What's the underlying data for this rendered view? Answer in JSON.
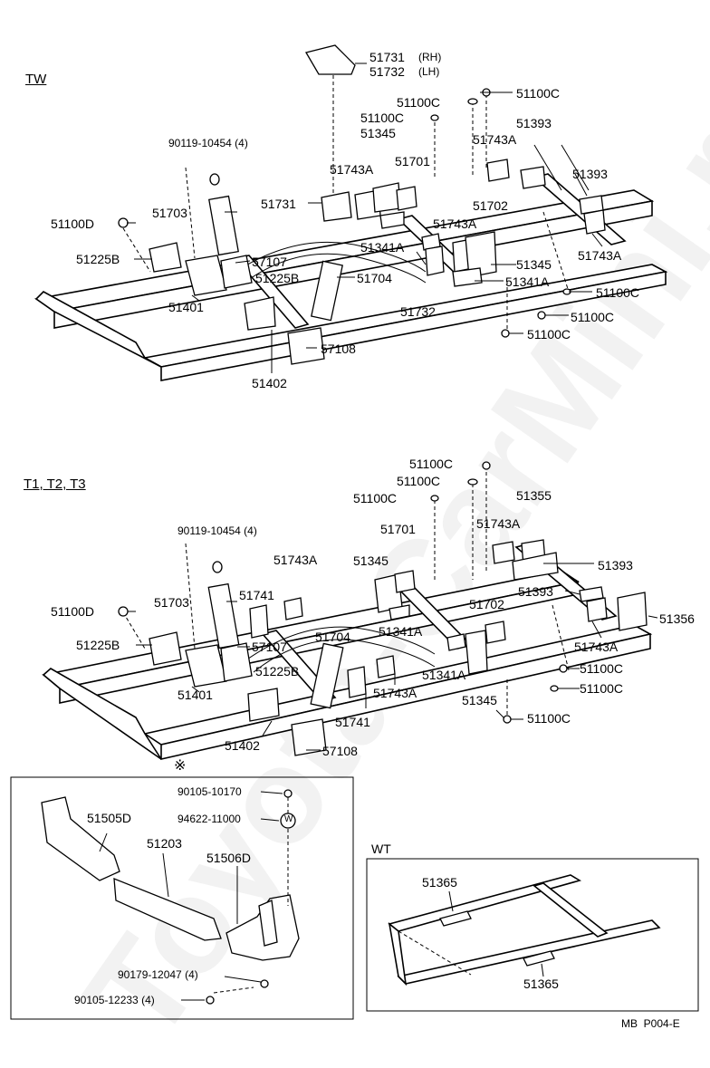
{
  "watermark": "Toyota-CarMini.ru",
  "sections": {
    "tw": "TW",
    "t1": "T1, T2, T3",
    "wt": "WT",
    "note_mark": "※"
  },
  "tw_labels": {
    "p51731_rh": "51731",
    "rh": "(RH)",
    "p51732_lh": "51732",
    "lh": "(LH)",
    "p51100c_a": "51100C",
    "p51100c_b": "51100C",
    "p51100c_c": "51100C",
    "p51100c_d": "51100C",
    "p51100c_e": "51100C",
    "p51345_a": "51345",
    "p51393_a": "51393",
    "p51393_b": "51393",
    "p51743a_a": "51743A",
    "p51743a_b": "51743A",
    "p51743a_c": "51743A",
    "p51743a_d": "51743A",
    "p51701": "51701",
    "bolt": "90119-10454 (4)",
    "p51731": "51731",
    "p51702": "51702",
    "p51703": "51703",
    "p51100d": "51100D",
    "p51225b_a": "51225B",
    "p51225b_b": "51225B",
    "p57107": "57107",
    "p51341a_a": "51341A",
    "p51341a_b": "51341A",
    "p51345_b": "51345",
    "p51704": "51704",
    "p51401": "51401",
    "p51732": "51732",
    "p57108": "57108",
    "p51402": "51402"
  },
  "t1_labels": {
    "p51100c_a": "51100C",
    "p51100c_b": "51100C",
    "p51100c_c": "51100C",
    "p51100c_d": "51100C",
    "p51100c_e": "51100C",
    "p51100c_f": "51100C",
    "p51355": "51355",
    "p51701": "51701",
    "p51743a_a": "51743A",
    "p51743a_b": "51743A",
    "p51743a_c": "51743A",
    "p51743a_d": "51743A",
    "bolt": "90119-10454 (4)",
    "p51345_a": "51345",
    "p51345_b": "51345",
    "p51393_a": "51393",
    "p51393_b": "51393",
    "p51741_a": "51741",
    "p51741_b": "51741",
    "p51703": "51703",
    "p51100d": "51100D",
    "p57107": "57107",
    "p51341a_a": "51341A",
    "p51341a_b": "51341A",
    "p51702": "51702",
    "p51356": "51356",
    "p51704": "51704",
    "p51225b_a": "51225B",
    "p51225b_b": "51225B",
    "p51401": "51401",
    "p51402": "51402",
    "p57108": "57108"
  },
  "inset_labels": {
    "p90105_10170": "90105-10170",
    "p94622_11000": "94622-11000",
    "w_mark": "W",
    "p51505d": "51505D",
    "p51203": "51203",
    "p51506d": "51506D",
    "p90179_12047": "90179-12047 (4)",
    "p90105_12233": "90105-12233 (4)"
  },
  "wt_labels": {
    "p51365_a": "51365",
    "p51365_b": "51365"
  },
  "footer": "MB  P004-E"
}
